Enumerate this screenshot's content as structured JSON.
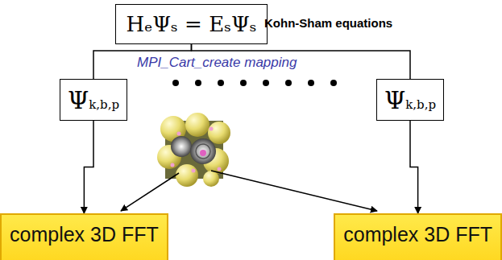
{
  "diagram": {
    "nodes": [
      {
        "text": [
          "HₑΨₛ = EₛΨₛ"
        ]
      },
      {
        "text": [
          "Ψk,b,p"
        ]
      },
      {
        "text": [
          "Ψk,b,p"
        ]
      },
      {
        "text": [
          "complex 3D FFT"
        ]
      },
      {
        "text": [
          "complex 3D FFT"
        ]
      }
    ],
    "edges": [
      {
        "from": 0,
        "to": 1,
        "arrow": "none"
      },
      {
        "from": 0,
        "to": 2,
        "arrow": "none"
      },
      {
        "from": 1,
        "to": 3,
        "arrow": "to"
      },
      {
        "from": 2,
        "to": 4,
        "arrow": "to"
      }
    ],
    "labels": [
      "Kohn-Sham equations",
      "MPI_Cart_create mapping"
    ]
  }
}
